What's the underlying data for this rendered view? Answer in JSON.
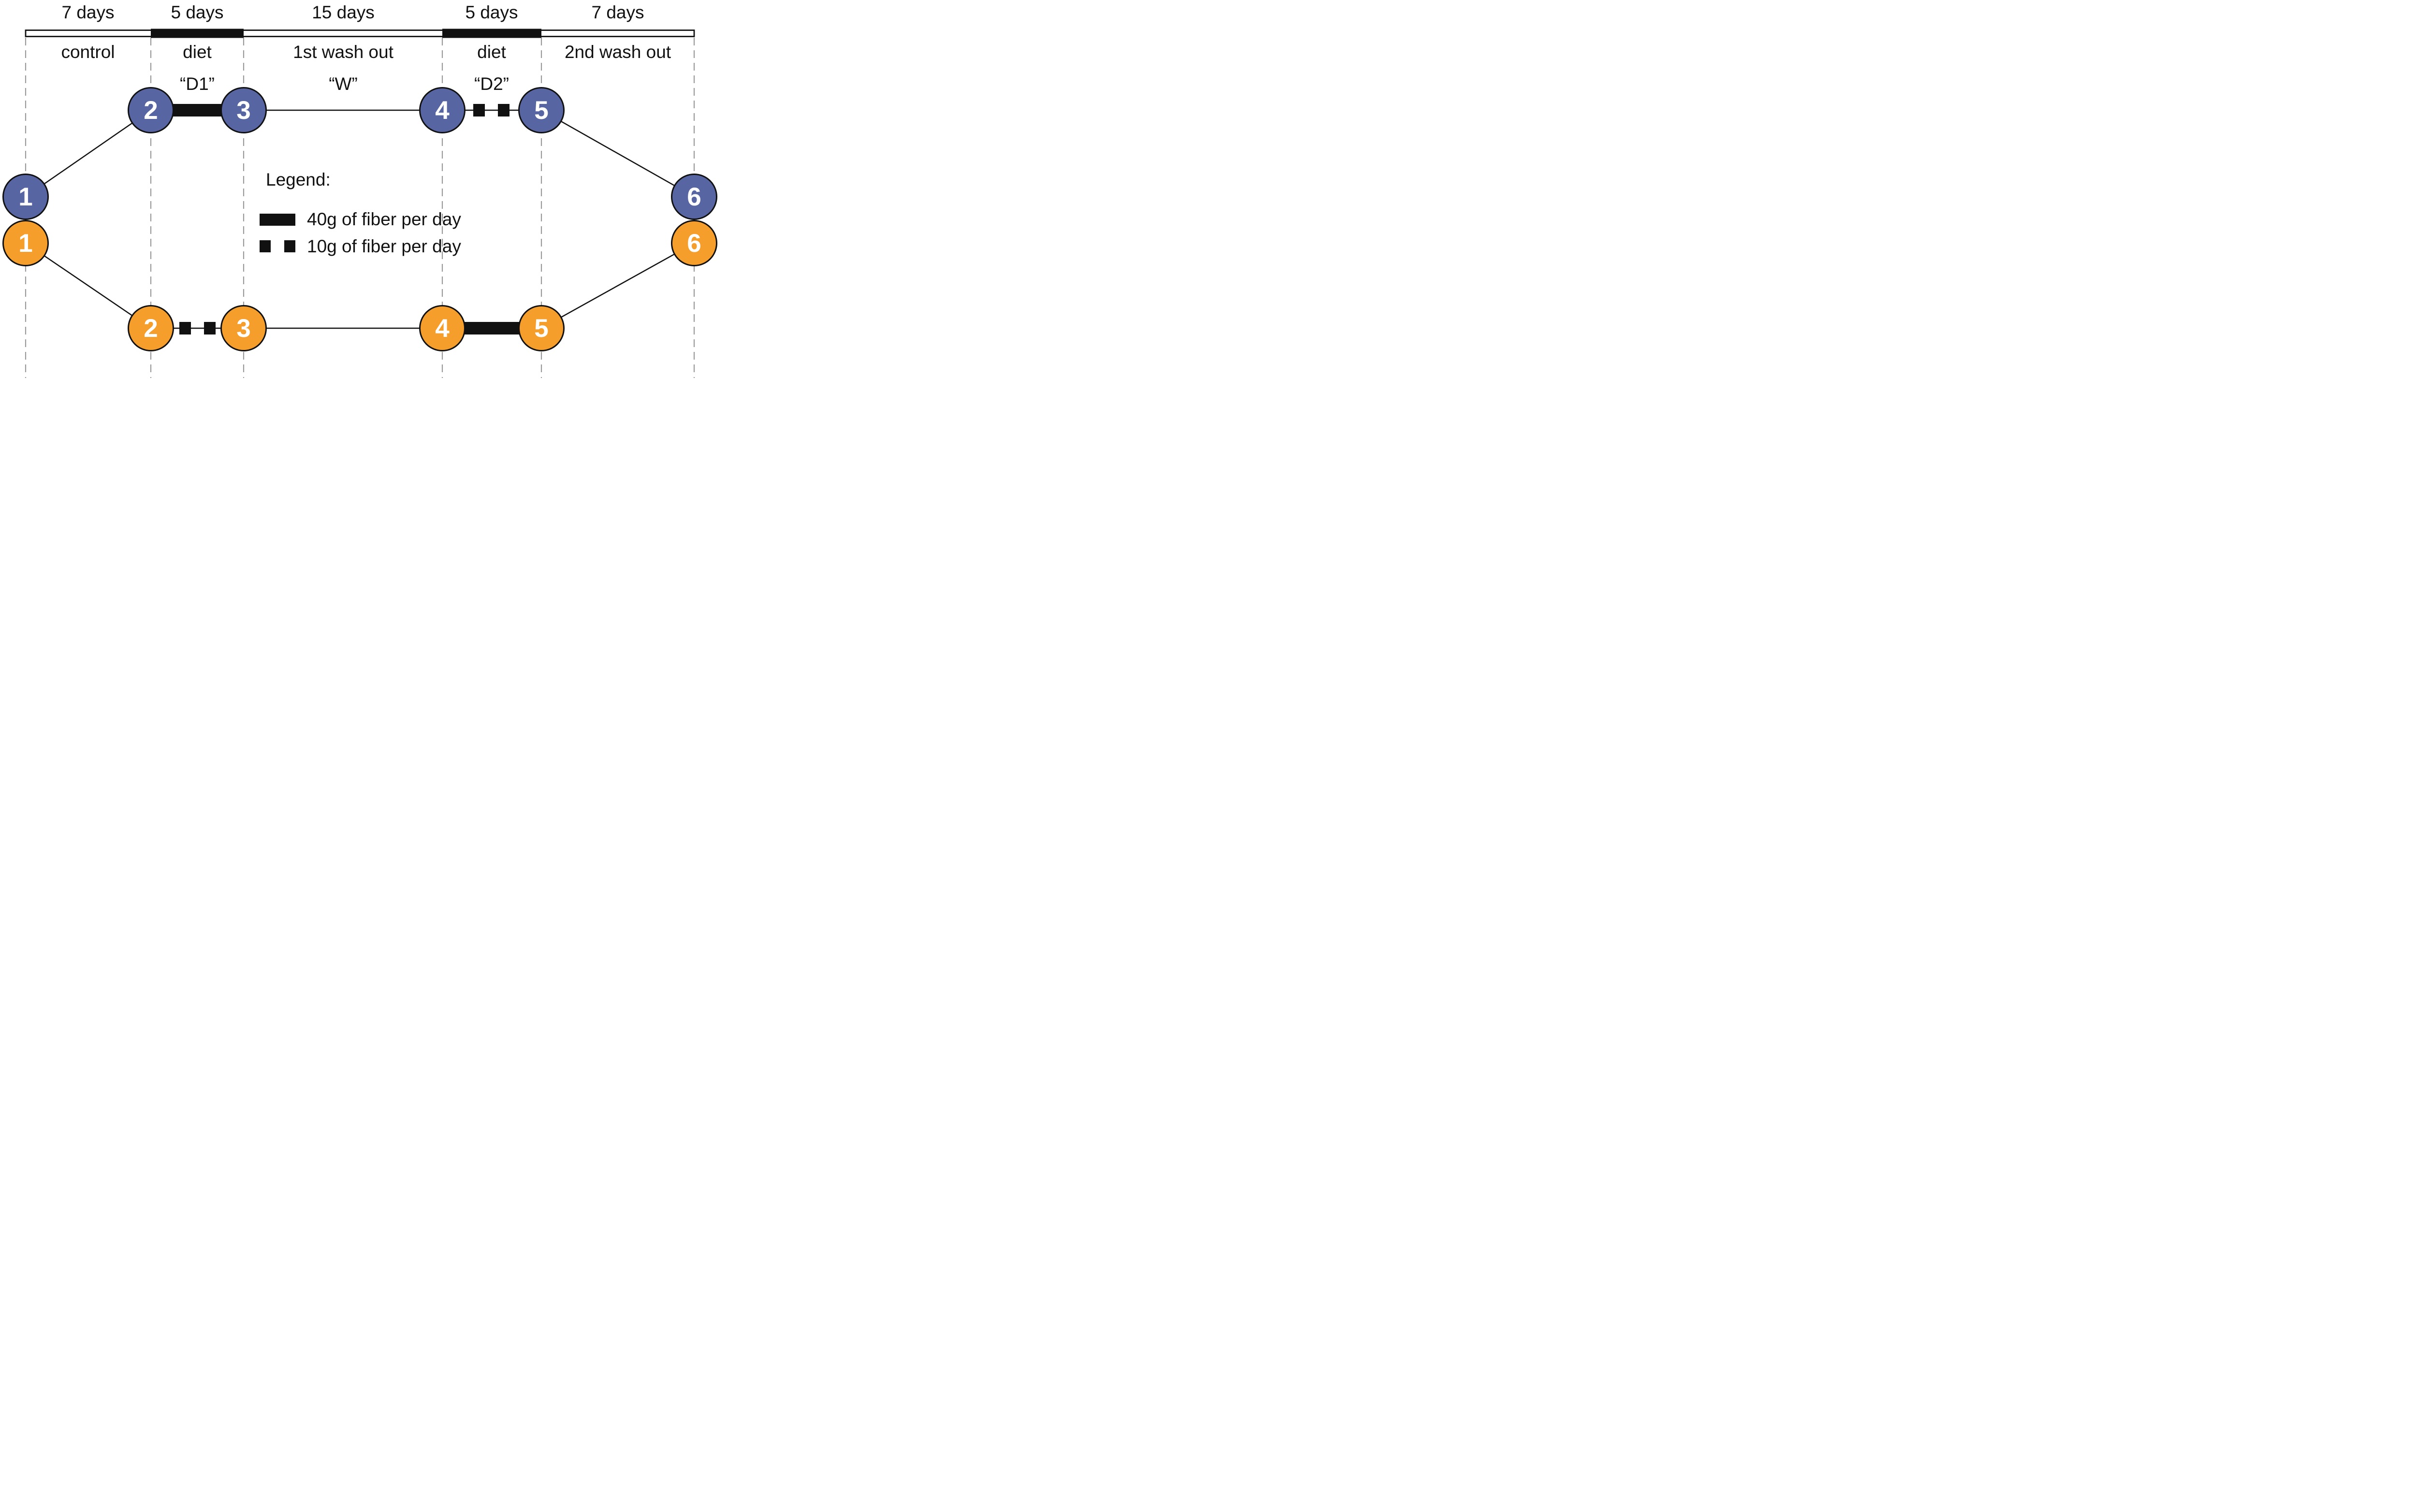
{
  "figure": {
    "type": "crossover-study-design-diagram"
  },
  "colors": {
    "arm_blue": "#5865A3",
    "arm_orange": "#F59E2B",
    "line_black": "#111111",
    "dashed_gray": "#9A9A9A"
  },
  "timeline": {
    "phases": [
      {
        "duration": "7 days",
        "name": "control",
        "code": ""
      },
      {
        "duration": "5 days",
        "name": "diet",
        "code": "“D1”"
      },
      {
        "duration": "15 days",
        "name": "1st wash out",
        "code": "“W”"
      },
      {
        "duration": "5 days",
        "name": "diet",
        "code": "“D2”"
      },
      {
        "duration": "7 days",
        "name": "2nd wash out",
        "code": ""
      }
    ]
  },
  "arms": {
    "blue": {
      "nodes": [
        "1",
        "2",
        "3",
        "4",
        "5",
        "6"
      ]
    },
    "orange": {
      "nodes": [
        "1",
        "2",
        "3",
        "4",
        "5",
        "6"
      ]
    }
  },
  "legend": {
    "title": "Legend:",
    "items": [
      {
        "swatch": "thick-bar",
        "label": "40g of fiber per day"
      },
      {
        "swatch": "dashed-squares",
        "label": "10g of fiber per day"
      }
    ]
  }
}
